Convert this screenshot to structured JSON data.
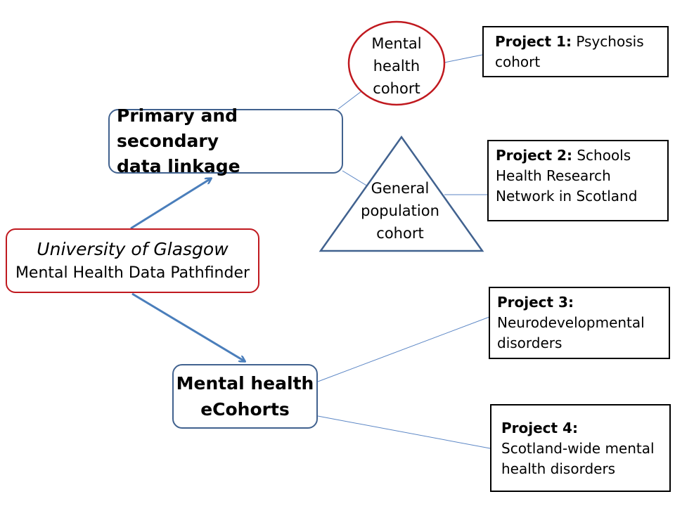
{
  "center": {
    "line1": "University of Glasgow",
    "line2": "Mental Health Data Pathfinder"
  },
  "linkage": {
    "line1": "Primary and secondary",
    "line2": "data linkage"
  },
  "ecohorts": {
    "line1": "Mental health",
    "line2": "eCohorts"
  },
  "mh_cohort": {
    "line1": "Mental",
    "line2": "health",
    "line3": "cohort"
  },
  "gp_cohort": {
    "line1": "General",
    "line2": "population",
    "line3": "cohort"
  },
  "projects": [
    {
      "label": "Project 1:",
      "text_line1": "Psychosis",
      "text_line2": "cohort"
    },
    {
      "label": "Project 2:",
      "text_line1": "Schools",
      "text_line2": "Health Research",
      "text_line3": "Network in Scotland"
    },
    {
      "label": "Project 3:",
      "text_line1": "Neurodevelopmental",
      "text_line2": "disorders"
    },
    {
      "label": "Project 4:",
      "text_line1": "Scotland-wide mental",
      "text_line2": "health disorders"
    }
  ],
  "colors": {
    "blue_border": "#41628f",
    "red_border": "#c0191f",
    "arrow": "#4a7ebb",
    "connector": "#5b86c5"
  }
}
